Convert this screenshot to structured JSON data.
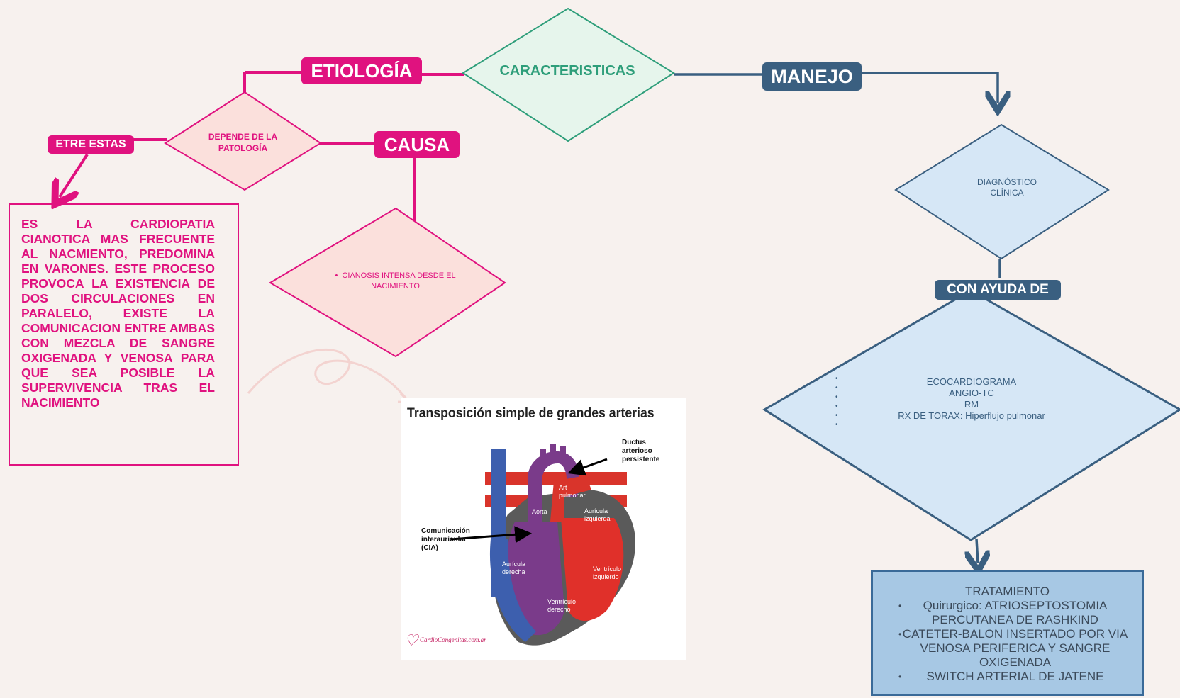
{
  "nodes": {
    "caracteristicas": "CARACTERISTICAS",
    "etiologia": "ETIOLOGÍA",
    "manejo": "MANEJO",
    "causa": "CAUSA",
    "etre_estas": "ETRE ESTAS",
    "depende": "DEPENDE DE LA PATOLOGÍA",
    "cianosis": "CIANOSIS INTENSA DESDE EL NACIMIENTO",
    "diagnostico": "DIAGNÓSTICO CLÍNICA",
    "con_ayuda": "CON AYUDA  DE"
  },
  "description": "ES LA CARDIOPATIA CIANOTICA MAS FRECUENTE AL NACMIENTO, PREDOMINA EN VARONES. ESTE PROCESO PROVOCA LA EXISTENCIA DE DOS CIRCULACIONES EN PARALELO, EXISTE LA COMUNICACION ENTRE AMBAS CON MEZCLA DE SANGRE OXIGENADA Y VENOSA PARA QUE SEA POSIBLE LA SUPERVIVENCIA TRAS EL NACIMIENTO",
  "studies": [
    "ECOCARDIOGRAMA",
    "ANGIO-TC",
    "RM",
    "RX DE TORAX: Hiperflujo pulmonar"
  ],
  "treatment": {
    "title": "TRATAMIENTO",
    "items": [
      "Quirurgico: ATRIOSEPTOSTOMIA PERCUTANEA DE RASHKIND",
      "CATETER-BALON INSERTADO POR VIA VENOSA PERIFERICA Y SANGRE OXIGENADA",
      "SWITCH ARTERIAL DE JATENE"
    ]
  },
  "image": {
    "title": "Transposición simple de grandes arterias",
    "ductus": "Ductus arterioso persistente",
    "cia": "Comunicación interauricular (CIA)",
    "art_pulmonar": "Art pulmonar",
    "aorta": "Aorta",
    "auricula_izq": "Aurícula izquierda",
    "auricula_der": "Aurícula derecha",
    "ventriculo_izq": "Ventrículo izquierdo",
    "ventriculo_der": "Ventrículo derecho",
    "watermark": "CardioCongenitas.com.ar"
  },
  "colors": {
    "pink": "#e0127f",
    "green": "#2e9e7a",
    "blue": "#3a5f80",
    "background": "#f7f1ee"
  }
}
